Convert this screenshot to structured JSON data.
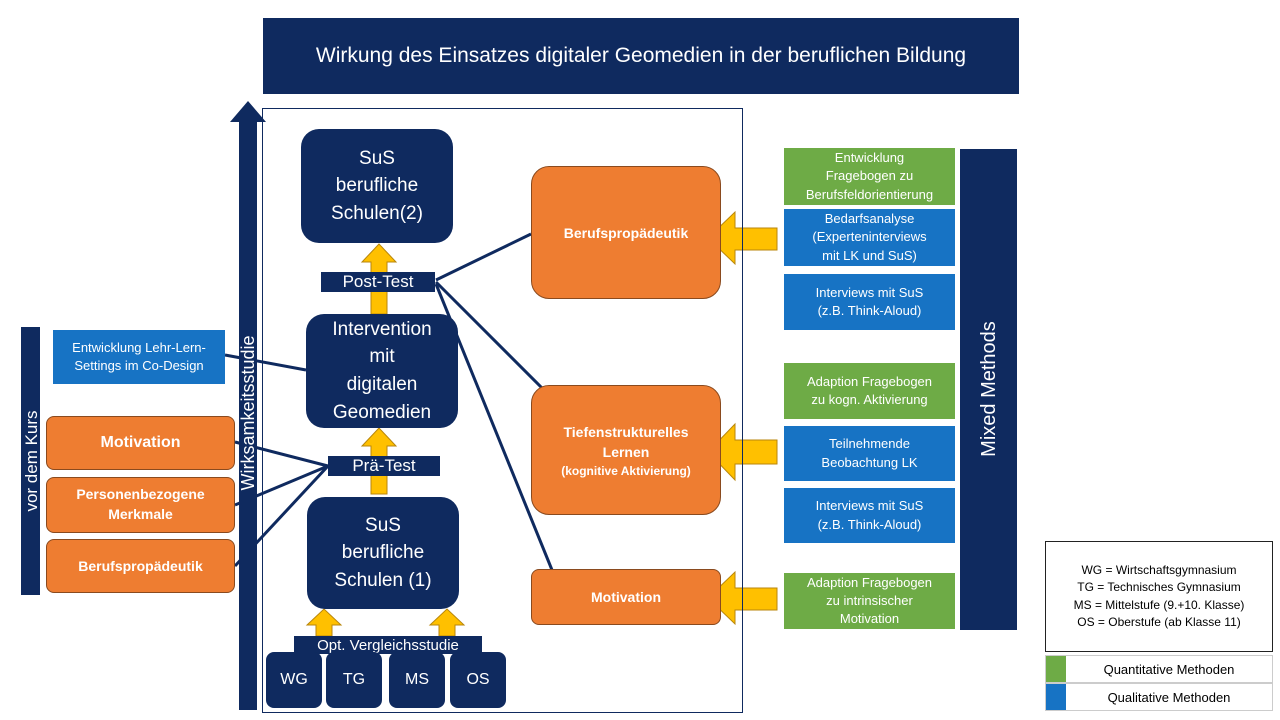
{
  "title": "Wirkung des Einsatzes digitaler Geomedien in der beruflichen Bildung",
  "left": {
    "vertical_label": "vor dem Kurs",
    "codesign": "Entwicklung Lehr-Lern-\nSettings im Co-Design",
    "motivation": "Motivation",
    "personal": "Personenbezogene\nMerkmale",
    "berufs": "Berufspropädeutik"
  },
  "arrow_label": "Wirksamkeitsstudie",
  "center": {
    "sus2": "SuS\nberufliche\nSchulen(2)",
    "posttest": "Post-Test",
    "intervention": "Intervention\nmit\ndigitalen\nGeomedien",
    "praetest": "Prä-Test",
    "sus1": "SuS\nberufliche\nSchulen (1)",
    "vergleich": "Opt. Vergleichsstudie",
    "groups": [
      "WG",
      "TG",
      "MS",
      "OS"
    ]
  },
  "outcomes": {
    "berufs": "Berufspropädeutik",
    "tiefen": "Tiefenstrukturelles\nLernen",
    "tiefen_sub": "(kognitive Aktivierung)",
    "motivation": "Motivation"
  },
  "methods": {
    "m1": "Entwicklung\nFragebogen zu\nBerufsfeldorientierung",
    "m2": "Bedarfsanalyse\n(Experteninterviews\nmit LK und SuS)",
    "m3": "Interviews mit SuS\n(z.B. Think-Aloud)",
    "m4": "Adaption Fragebogen\nzu kogn. Aktivierung",
    "m5": "Teilnehmende\nBeobachtung LK",
    "m6": "Interviews mit SuS\n(z.B. Think-Aloud)",
    "m7": "Adaption Fragebogen\nzu  intrinsischer\nMotivation"
  },
  "mixed_methods": "Mixed Methods",
  "legend": {
    "abbrev": "WG = Wirtschaftsgymnasium\nTG = Technisches Gymnasium\nMS = Mittelstufe (9.+10. Klasse)\nOS = Oberstufe (ab Klasse 11)",
    "quant": "Quantitative Methoden",
    "qual": "Qualitative Methoden"
  },
  "colors": {
    "navy": "#0f2a5f",
    "orange": "#ee7d31",
    "green": "#6eab46",
    "blue": "#1773c4",
    "arrow_yellow": "#ffc000"
  }
}
